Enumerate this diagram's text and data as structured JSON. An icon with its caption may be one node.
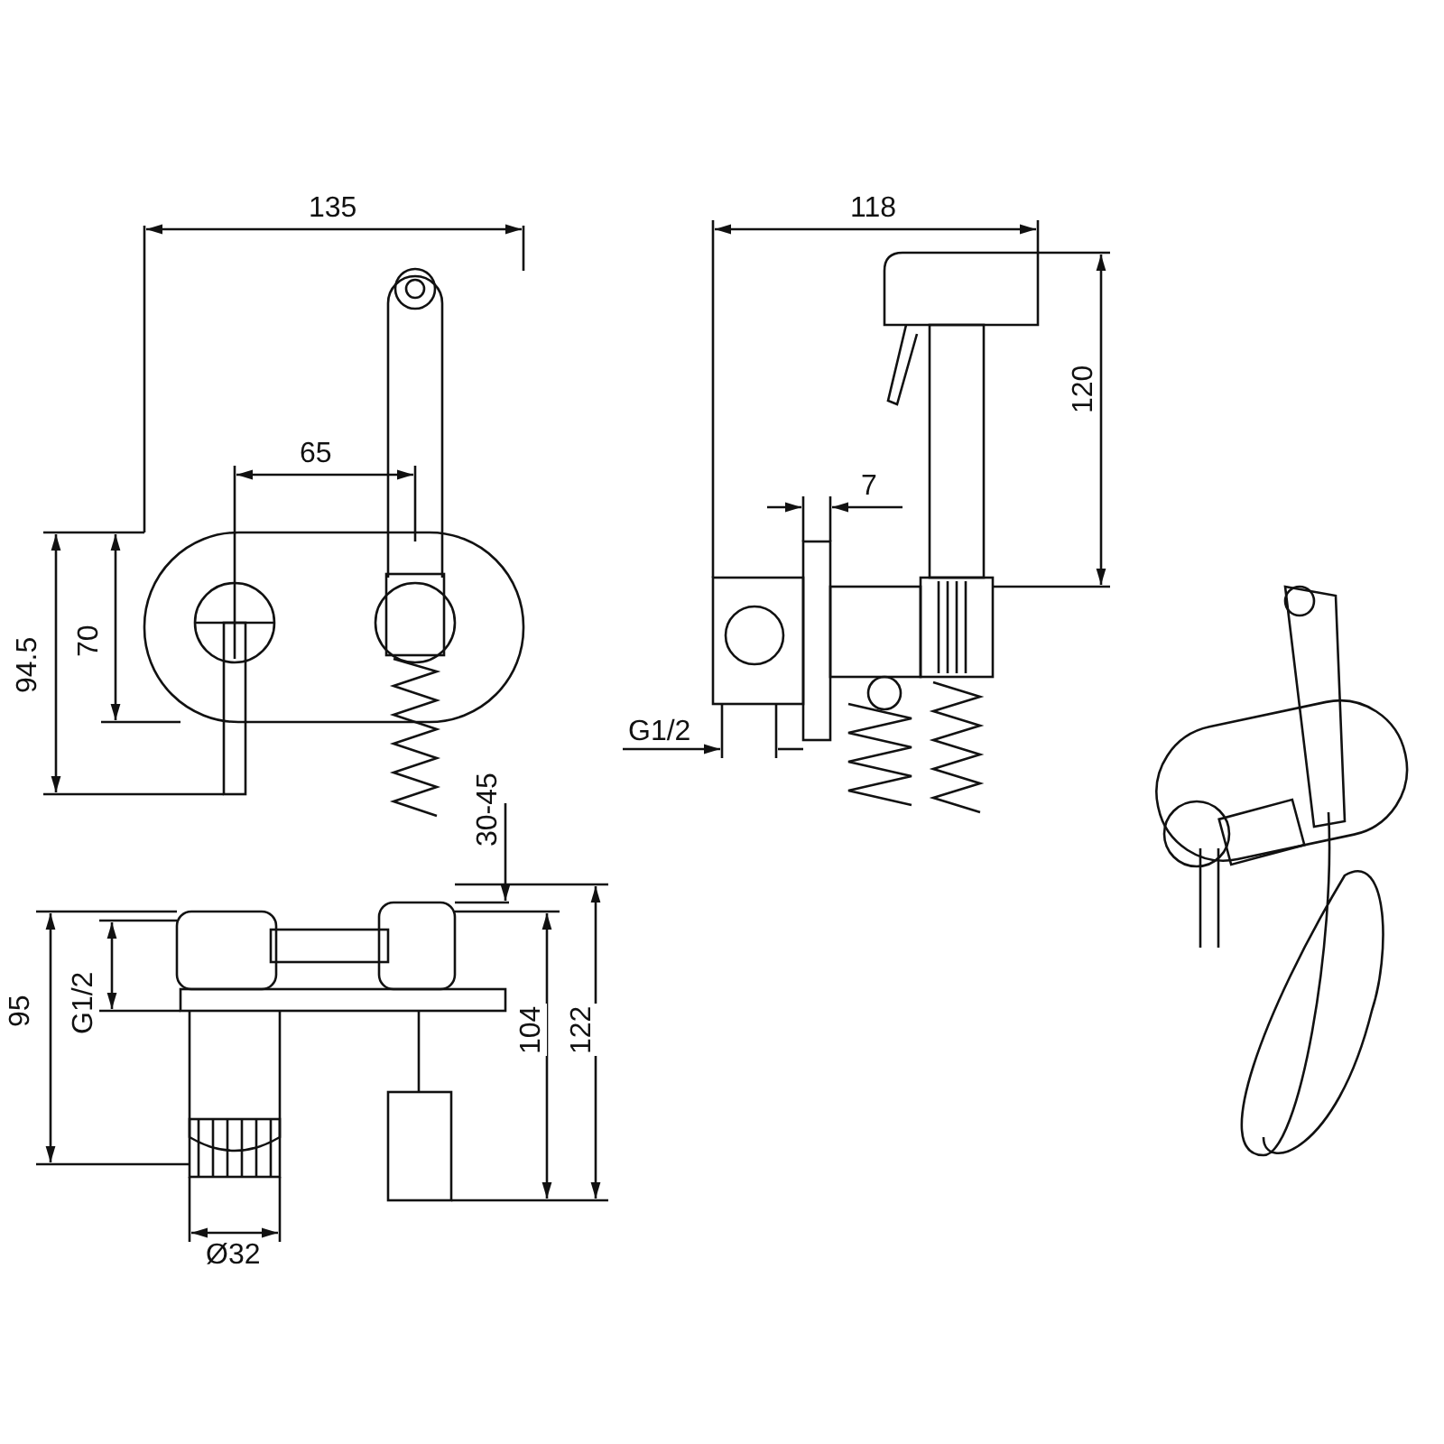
{
  "diagram": {
    "labels": [
      "135",
      "65",
      "94.5",
      "70",
      "118",
      "7",
      "120",
      "G1/2",
      "30-45",
      "95",
      "G1/2",
      "104",
      "122",
      "Ø32"
    ]
  }
}
